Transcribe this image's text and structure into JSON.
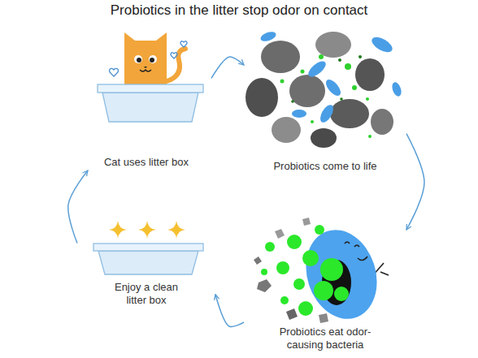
{
  "diagram": {
    "title": "Probiotics in the litter stop odor on contact",
    "nodes": [
      {
        "text": [
          "Cat uses litter box"
        ]
      },
      {
        "text": [
          "Probiotics come to life"
        ]
      },
      {
        "text": [
          "Probiotics eat odor-causing bacteria"
        ]
      },
      {
        "text": [
          "Enjoy a clean litter box"
        ]
      }
    ],
    "edges": [
      {
        "from": 0,
        "to": 1,
        "arrow": "to"
      },
      {
        "from": 1,
        "to": 2,
        "arrow": "to"
      },
      {
        "from": 2,
        "to": 3,
        "arrow": "to"
      },
      {
        "from": 3,
        "to": 0,
        "arrow": "to"
      }
    ]
  }
}
